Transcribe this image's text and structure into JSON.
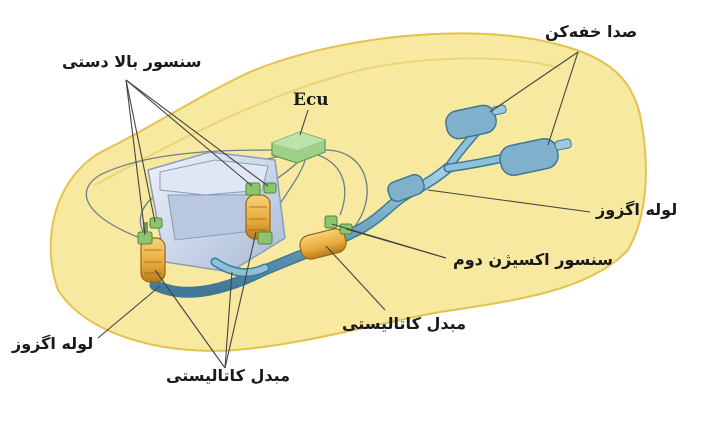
{
  "labels": {
    "muffler": "صدا خفه‌کن",
    "upstream_sensor": "سنسور بالا دستی",
    "ecu": "Ecu",
    "exhaust_pipe_right": "لوله اگزوز",
    "second_oxygen_sensor": "سنسور اکسیژن دوم",
    "catalytic_converter_center": "مبدل کاتالیستی",
    "exhaust_pipe_left": "لوله اگزوز",
    "catalytic_converter_bottom": "مبدل کاتالیستی"
  },
  "colors": {
    "car_body": "#f7e9a0",
    "car_outline": "#e3c24e",
    "engine": "#c9d6ea",
    "pipe": "#6ea4c2",
    "muffler": "#7fb0cc",
    "catalytic": "#e6a93a",
    "sensor": "#8fc46e",
    "ecu": "#9fd08a",
    "leader": "#444444"
  }
}
